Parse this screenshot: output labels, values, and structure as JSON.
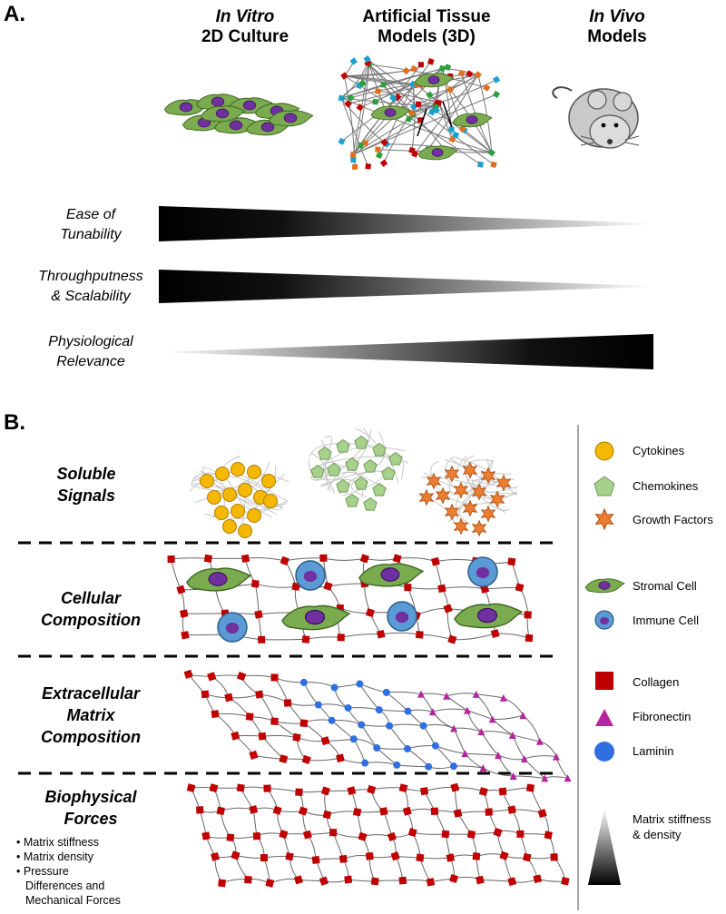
{
  "panel_a": {
    "label": "A.",
    "columns": [
      {
        "italic": "In Vitro",
        "regular": "2D Culture"
      },
      {
        "italic": "",
        "regular": "Artificial Tissue Models (3D)"
      },
      {
        "italic": "In Vivo",
        "regular": "Models"
      }
    ],
    "gradients": [
      {
        "label_line1": "Ease of",
        "label_line2": "Tunability",
        "direction": "decreasing"
      },
      {
        "label_line1": "Throughputness",
        "label_line2": "& Scalability",
        "direction": "decreasing"
      },
      {
        "label_line1": "Physiological",
        "label_line2": "Relevance",
        "direction": "increasing"
      }
    ]
  },
  "panel_b": {
    "label": "B.",
    "rows": [
      {
        "line1": "Soluble",
        "line2": "Signals"
      },
      {
        "line1": "Cellular",
        "line2": "Composition"
      },
      {
        "line1": "Extracellular",
        "line2": "Matrix",
        "line3": "Composition"
      },
      {
        "line1": "Biophysical",
        "line2": "Forces"
      }
    ],
    "biophysical_bullets": [
      "Matrix stiffness",
      "Matrix density",
      "Pressure",
      "Differences and",
      "Mechanical Forces"
    ],
    "legend": {
      "cytokines": "Cytokines",
      "chemokines": "Chemokines",
      "growth_factors": "Growth Factors",
      "stromal_cell": "Stromal Cell",
      "immune_cell": "Immune Cell",
      "collagen": "Collagen",
      "fibronectin": "Fibronectin",
      "laminin": "Laminin",
      "stiffness_line1": "Matrix stiffness",
      "stiffness_line2": "& density"
    },
    "colors": {
      "cytokine": "#f5b800",
      "chemokine": "#a8d08d",
      "growth_factor": "#ed7d31",
      "stromal": "#7aab4f",
      "nucleus": "#7030a0",
      "immune": "#5b9bd5",
      "collagen": "#c00000",
      "fibronectin": "#b4259e",
      "laminin": "#2f6fe0"
    }
  }
}
